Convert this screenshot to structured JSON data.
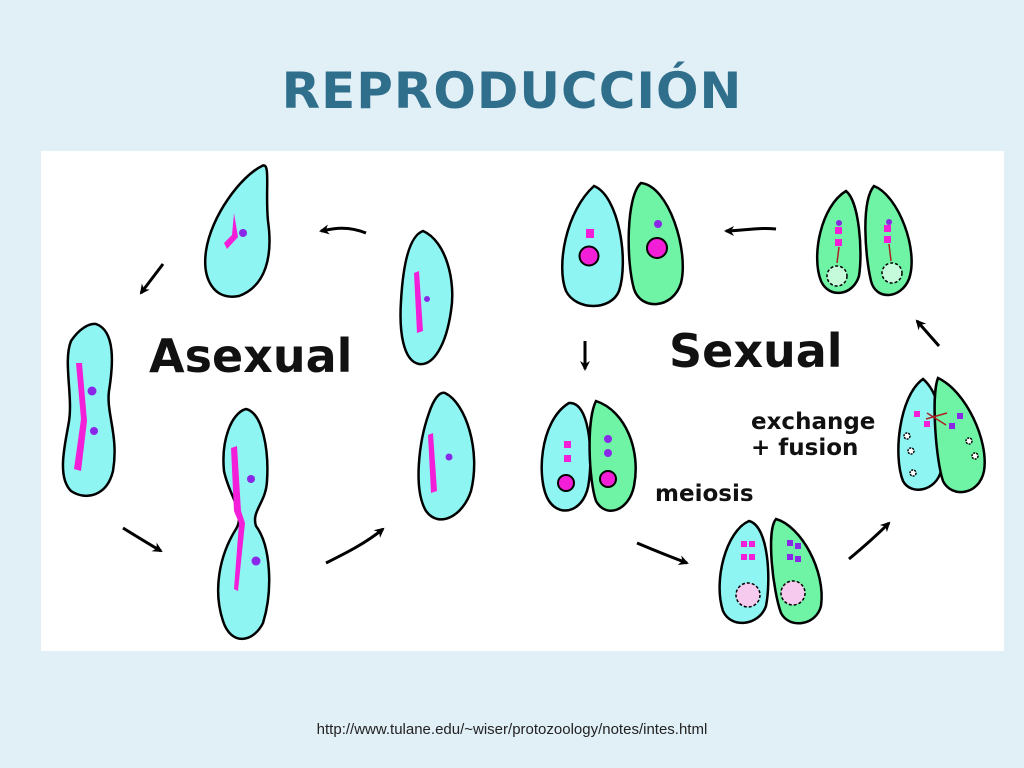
{
  "slide": {
    "title": "REPRODUCCIÓN",
    "source_url": "http://www.tulane.edu/~wiser/protozoology/notes/intes.html"
  },
  "diagram": {
    "labels": {
      "asexual": "Asexual",
      "sexual": "Sexual",
      "exchange": "exchange",
      "fusion": "+ fusion",
      "meiosis": "meiosis"
    },
    "colors": {
      "cell_cyan": "#8ff5f3",
      "cell_green": "#6ff3a4",
      "nucleus_magenta": "#f21ed8",
      "nucleus_purple": "#8a28e8",
      "fusion_pink": "#f6c9ee",
      "outline": "#000000"
    }
  }
}
